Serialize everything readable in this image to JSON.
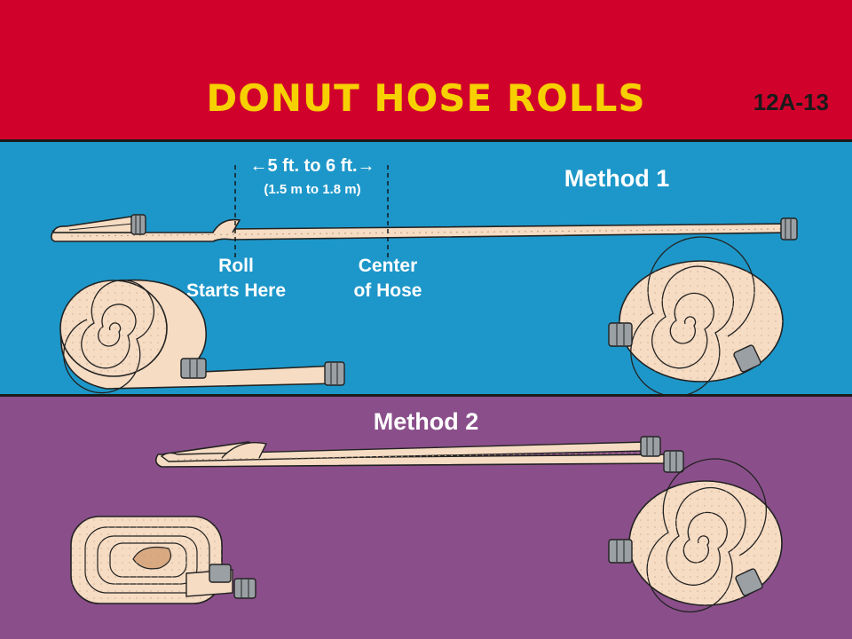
{
  "header": {
    "title": "DONUT HOSE ROLLS",
    "figure_number": "12A-13"
  },
  "method1": {
    "title": "Method 1",
    "measurement": "5 ft. to 6 ft.",
    "measurement_metric": "(1.5 m to 1.8 m)",
    "roll_start_label": "Roll\nStarts Here",
    "center_label": "Center\nof Hose"
  },
  "method2": {
    "title": "Method 2"
  },
  "colors": {
    "header_red": "#d0012b",
    "title_yellow": "#f7d000",
    "method1_blue": "#1d97c9",
    "method2_purple": "#8a4f8a",
    "hose_tan": "#f6dcc3",
    "coupling_gray": "#9aa0a4"
  }
}
